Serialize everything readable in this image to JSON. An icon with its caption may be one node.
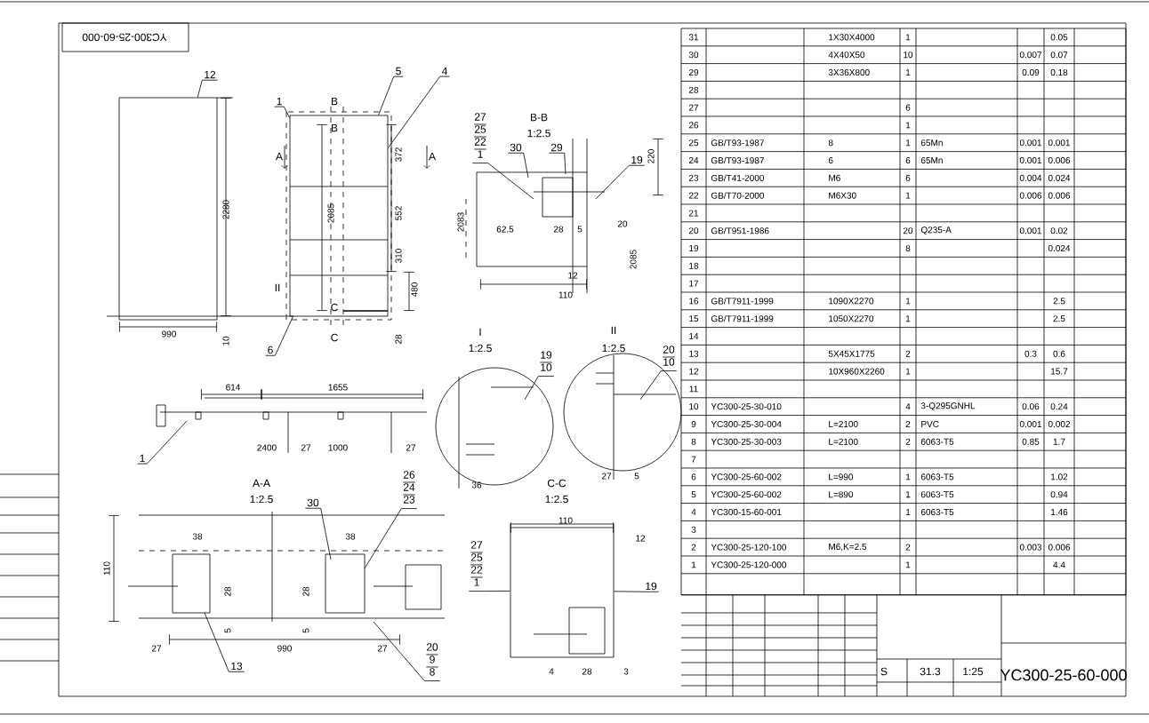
{
  "diagram": {
    "nodes": [
      {
        "text": [
          "12"
        ]
      },
      {
        "text": [
          "1"
        ]
      },
      {
        "text": [
          "5"
        ]
      },
      {
        "text": [
          "4"
        ]
      },
      {
        "text": [
          "6"
        ]
      },
      {
        "text": [
          "27",
          "25",
          "22",
          "1"
        ]
      },
      {
        "text": [
          "30"
        ]
      },
      {
        "text": [
          "29"
        ]
      },
      {
        "text": [
          "19"
        ]
      },
      {
        "text": [
          "19",
          "10"
        ]
      },
      {
        "text": [
          "20",
          "10"
        ]
      },
      {
        "text": [
          "1"
        ]
      },
      {
        "text": [
          "30"
        ]
      },
      {
        "text": [
          "26",
          "24",
          "23"
        ]
      },
      {
        "text": [
          "13"
        ]
      },
      {
        "text": [
          "20",
          "9",
          "8"
        ]
      },
      {
        "text": [
          "27",
          "25",
          "22",
          "1"
        ]
      },
      {
        "text": [
          "19"
        ]
      },
      {
        "text": [],
        "shape": "picture"
      },
      {
        "text": [],
        "shape": "picture"
      },
      {
        "text": [],
        "shape": "picture"
      }
    ],
    "edges": [
      {
        "from": 0,
        "to": 18,
        "arrow": "none"
      },
      {
        "from": 1,
        "to": 19,
        "arrow": "none"
      },
      {
        "from": 2,
        "to": 19,
        "arrow": "none"
      },
      {
        "from": 3,
        "to": 19,
        "arrow": "none"
      },
      {
        "from": 4,
        "to": 19,
        "arrow": "none"
      },
      {
        "from": 5,
        "to": null,
        "arrow": "none"
      },
      {
        "from": 6,
        "to": null,
        "arrow": "none"
      },
      {
        "from": 7,
        "to": null,
        "arrow": "none"
      },
      {
        "from": 8,
        "to": null,
        "arrow": "none"
      },
      {
        "from": 9,
        "to": null,
        "arrow": "none"
      },
      {
        "from": 10,
        "to": null,
        "arrow": "none"
      },
      {
        "from": 11,
        "to": null,
        "arrow": "none"
      },
      {
        "from": 12,
        "to": null,
        "arrow": "none"
      },
      {
        "from": 13,
        "to": null,
        "arrow": "none"
      },
      {
        "from": 14,
        "to": null,
        "arrow": "none"
      },
      {
        "from": 15,
        "to": null,
        "arrow": "none"
      },
      {
        "from": 16,
        "to": 20,
        "arrow": "none"
      },
      {
        "from": 17,
        "to": 20,
        "arrow": "none"
      }
    ],
    "labels": [
      "31",
      "1X30X4000",
      "1",
      "0.05",
      "30",
      "4X40X50",
      "10",
      "0.007",
      "0.07",
      "29",
      "3X36X800",
      "1",
      "0.09",
      "0.18",
      "28",
      "27",
      "6",
      "26",
      "1",
      "25",
      "GB/T93-1987",
      "8",
      "1",
      "65Mn",
      "0.001",
      "0.001",
      "24",
      "GB/T93-1987",
      "6",
      "6",
      "65Mn",
      "0.001",
      "0.006",
      "23",
      "GB/T41-2000",
      "M6",
      "6",
      "0.004",
      "0.024",
      "22",
      "GB/T70-2000",
      "M6X30",
      "1",
      "0.006",
      "0.006",
      "21",
      "20",
      "GB/T951-1986",
      "20",
      "Q235-A",
      "0.001",
      "0.02",
      "19",
      "8",
      "0.024",
      "18",
      "17",
      "16",
      "GB/T7911-1999",
      "1090X2270",
      "1",
      "2.5",
      "15",
      "GB/T7911-1999",
      "1050X2270",
      "1",
      "2.5",
      "14",
      "13",
      "5X45X1775",
      "2",
      "0.3",
      "0.6",
      "12",
      "10X960X2260",
      "1",
      "15.7",
      "11",
      "10",
      "YC300-25-30-010",
      "4",
      "3-Q295GNHL",
      "0.06",
      "0.24",
      "9",
      "YC300-25-30-004",
      "L=2100",
      "2",
      "PVC",
      "0.001",
      "0.002",
      "8",
      "YC300-25-30-003",
      "L=2100",
      "2",
      "6063-T5",
      "0.85",
      "1.7",
      "7",
      "6",
      "YC300-25-60-002",
      "L=990",
      "1",
      "6063-T5",
      "1.02",
      "5",
      "YC300-25-60-002",
      "L=890",
      "1",
      "6063-T5",
      "0.94",
      "4",
      "YC300-15-60-001",
      "1",
      "6063-T5",
      "1.46",
      "3",
      "2",
      "YC300-25-120-100",
      "M6,K=2.5",
      "2",
      "0.003",
      "0.006",
      "1",
      "YC300-25-120-000",
      "1",
      "4.4",
      "S",
      "31.3",
      "1:25",
      "YC300-25-60-000",
      "YC300-25-60-000",
      "990",
      "2280",
      "10",
      "B",
      "B",
      "A",
      "A",
      "2085",
      "372",
      "552",
      "310",
      "480",
      "28",
      "C",
      "C",
      "II",
      "B-B",
      "1:2.5",
      "220",
      "2083",
      "62.5",
      "28",
      "5",
      "20",
      "12",
      "2085",
      "110",
      "I",
      "1:2.5",
      "36",
      "II",
      "1:2.5",
      "27",
      "5",
      "614",
      "1655",
      "2400",
      "27",
      "1000",
      "27",
      "A-A",
      "1:2.5",
      "38",
      "38",
      "110",
      "28",
      "28",
      "5",
      "5",
      "27",
      "990",
      "27",
      "C-C",
      "1:2.5",
      "110",
      "12",
      "4",
      "28",
      "3"
    ]
  }
}
